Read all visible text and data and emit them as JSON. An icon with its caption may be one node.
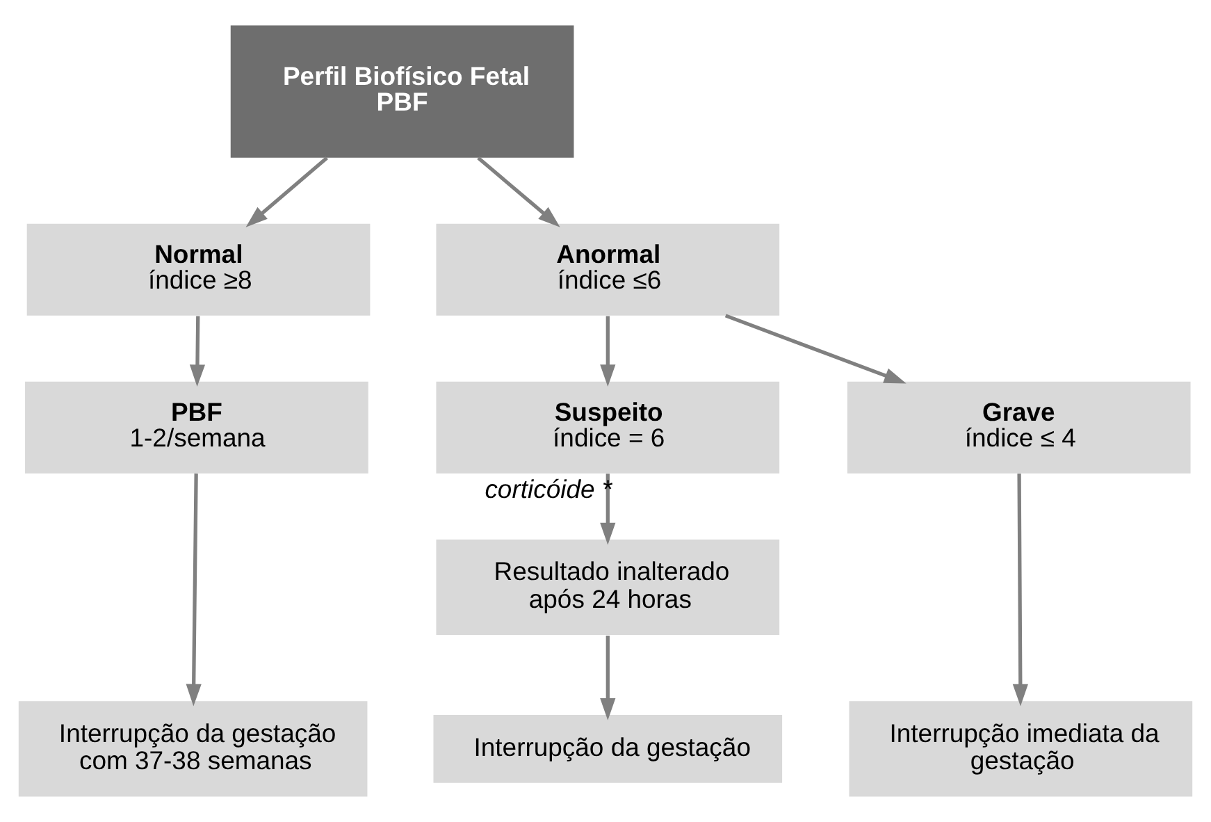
{
  "diagram": {
    "nodes": [
      {
        "text": [
          "Perfil Biofísico Fetal",
          "PBF"
        ]
      },
      {
        "text": [
          "Normal",
          "índice ≥8"
        ]
      },
      {
        "text": [
          "Anormal",
          "índice ≤6"
        ]
      },
      {
        "text": [
          "PBF",
          "1-2/semana"
        ]
      },
      {
        "text": [
          "Suspeito",
          "índice = 6"
        ]
      },
      {
        "text": [
          "Grave",
          "índice ≤ 4"
        ]
      },
      {
        "text": [
          "Resultado inalterado após 24 horas"
        ]
      },
      {
        "text": [
          "Interrupção da gestação com 37-38 semanas"
        ]
      },
      {
        "text": [
          "Interrupção da gestação"
        ]
      },
      {
        "text": [
          "Interrupção imediata da gestação"
        ]
      }
    ],
    "edges": [
      {
        "from": 0,
        "to": 1,
        "arrow": "to"
      },
      {
        "from": 0,
        "to": 2,
        "arrow": "to"
      },
      {
        "from": 1,
        "to": 3,
        "arrow": "to"
      },
      {
        "from": 2,
        "to": 4,
        "arrow": "to"
      },
      {
        "from": 2,
        "to": 5,
        "arrow": "to"
      },
      {
        "from": 4,
        "to": 6,
        "label": "corticóide *",
        "arrow": "to"
      },
      {
        "from": 3,
        "to": 7,
        "arrow": "to"
      },
      {
        "from": 6,
        "to": 8,
        "arrow": "to"
      },
      {
        "from": 5,
        "to": 9,
        "arrow": "to"
      }
    ]
  }
}
